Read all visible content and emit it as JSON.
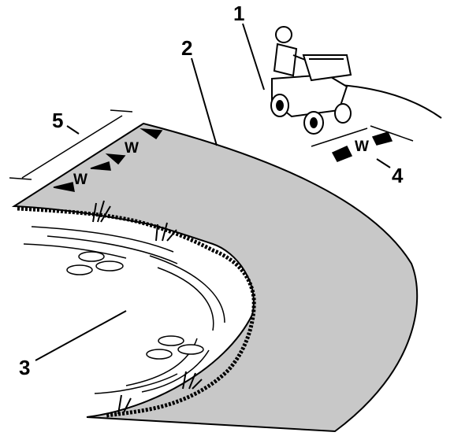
{
  "callouts": {
    "c1": "1",
    "c2": "2",
    "c3": "3",
    "c4": "4",
    "c5": "5"
  },
  "width_labels": {
    "w_bottom": "W",
    "w_top": "W",
    "w_machine": "W"
  },
  "colors": {
    "treated_area": "#c8c8c8",
    "line": "#000000",
    "background": "#ffffff"
  }
}
